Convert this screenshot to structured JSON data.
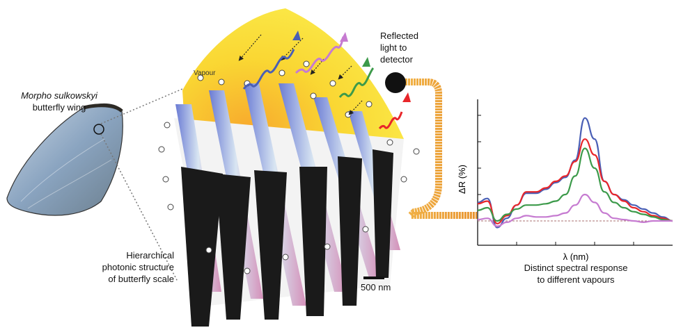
{
  "wing_label": {
    "species": "Morpho sulkowskyi",
    "line2": "butterfly wing"
  },
  "structure_label": {
    "line1": "Hierarchical",
    "line2": "photonic structure",
    "line3": "of butterfly scale"
  },
  "vapour_label": "Vapour",
  "detector_label": {
    "line1": "Reflected",
    "line2": "light to",
    "line3": "detector"
  },
  "scale_bar_label": "500 nm",
  "chart_caption": {
    "line1": "Distinct spectral response",
    "line2": "to different vapours"
  },
  "chart_data": {
    "type": "line",
    "xlabel": "λ (nm)",
    "ylabel": "ΔR (%)",
    "x": [
      0,
      0.05,
      0.1,
      0.15,
      0.2,
      0.25,
      0.3,
      0.35,
      0.4,
      0.45,
      0.5,
      0.55,
      0.6,
      0.65,
      0.7,
      0.75,
      0.8,
      0.85,
      0.9,
      0.95,
      1.0
    ],
    "baseline": 0.0,
    "series": [
      {
        "color": "#4a5fb5",
        "values": [
          0.14,
          0.17,
          -0.05,
          0.02,
          0.12,
          0.21,
          0.21,
          0.24,
          0.29,
          0.33,
          0.46,
          0.78,
          0.62,
          0.3,
          0.2,
          0.16,
          0.12,
          0.09,
          0.06,
          0.03,
          0.0
        ]
      },
      {
        "color": "#e8262a",
        "values": [
          0.13,
          0.15,
          -0.02,
          0.04,
          0.12,
          0.22,
          0.22,
          0.25,
          0.3,
          0.34,
          0.45,
          0.62,
          0.5,
          0.3,
          0.2,
          0.15,
          0.1,
          0.07,
          0.04,
          0.02,
          0.0
        ]
      },
      {
        "color": "#3c9a4a",
        "values": [
          0.08,
          0.1,
          0.0,
          0.05,
          0.09,
          0.12,
          0.12,
          0.13,
          0.15,
          0.2,
          0.34,
          0.55,
          0.4,
          0.22,
          0.14,
          0.1,
          0.07,
          0.05,
          0.03,
          0.01,
          0.0
        ]
      },
      {
        "color": "#c67bd1",
        "values": [
          0.01,
          0.02,
          -0.04,
          -0.01,
          0.02,
          0.04,
          0.03,
          0.03,
          0.04,
          0.06,
          0.12,
          0.2,
          0.14,
          0.06,
          0.02,
          0.01,
          0.0,
          -0.01,
          0.0,
          0.0,
          0.0
        ]
      }
    ]
  }
}
